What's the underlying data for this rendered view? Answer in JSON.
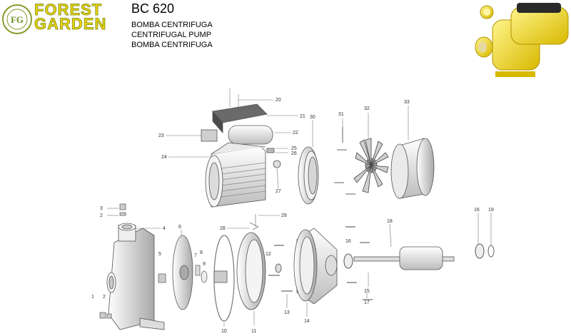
{
  "brand": {
    "monogram": "FG",
    "ring_text": "FOREST GARDEN",
    "line1": "FOREST",
    "line2": "GARDEN",
    "color": "#f0d400"
  },
  "product": {
    "model": "BC 620",
    "names": [
      "BOMBA CENTRIFUGA",
      "CENTRIFUGAL PUMP",
      "BOMBA CENTRIFUGA"
    ]
  },
  "parts": {
    "p1": "1",
    "p2": "2",
    "p2b": "2",
    "p3": "3",
    "p4": "4",
    "p5": "5",
    "p6": "6",
    "p7": "7",
    "p8": "8",
    "p9": "9",
    "p10": "10",
    "p11": "11",
    "p12": "12",
    "p13": "13",
    "p14": "14",
    "p15": "15",
    "p16": "16",
    "p16b": "16",
    "p17": "17",
    "p18": "18",
    "p19": "19",
    "p20": "20",
    "p21": "21",
    "p22": "22",
    "p23": "23",
    "p24": "24",
    "p25": "25",
    "p26": "26",
    "p27": "27",
    "p28": "28",
    "p29": "29",
    "p30": "30",
    "p31": "31",
    "p32": "32",
    "p33": "33"
  },
  "colors": {
    "pump_body": "#f2dc1e",
    "motor_cap": "#2a2a2a",
    "line": "#444444"
  }
}
